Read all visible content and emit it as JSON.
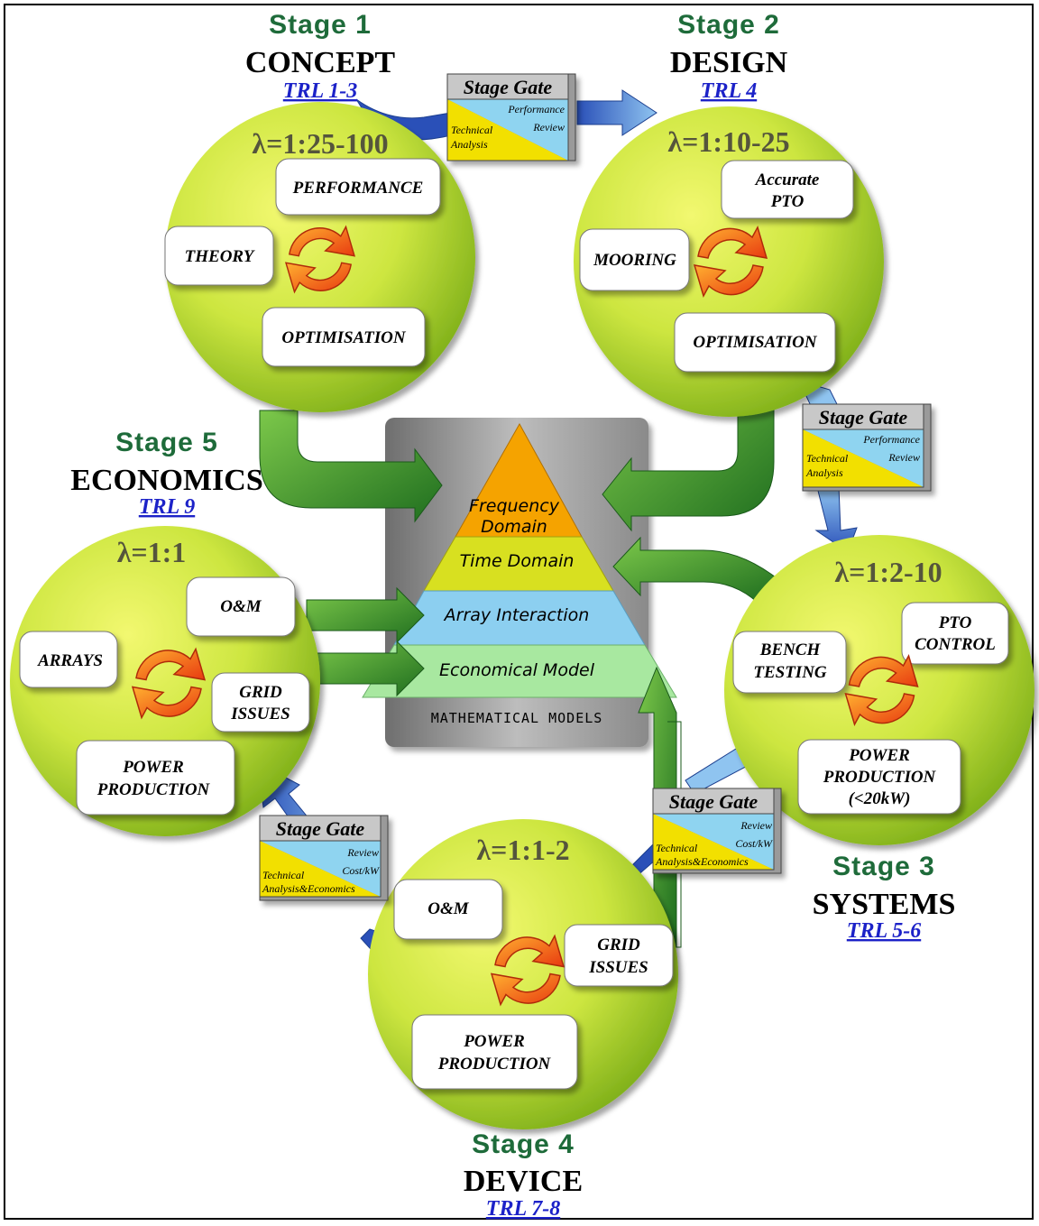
{
  "stages": {
    "s1": {
      "num": "Stage 1",
      "name": "CONCEPT",
      "trl": "TRL 1-3",
      "scale": "λ=1:25-100",
      "boxes": [
        "PERFORMANCE",
        "THEORY",
        "OPTIMISATION"
      ]
    },
    "s2": {
      "num": "Stage 2",
      "name": "DESIGN",
      "trl": "TRL 4",
      "scale": "λ=1:10-25",
      "boxes": [
        "Accurate",
        "PTO",
        "MOORING",
        "OPTIMISATION"
      ]
    },
    "s3": {
      "num": "Stage 3",
      "name": "SYSTEMS",
      "trl": "TRL 5-6",
      "scale": "λ=1:2-10",
      "boxes": [
        "PTO",
        "CONTROL",
        "BENCH",
        "TESTING",
        "POWER",
        "PRODUCTION",
        "(<20kW)"
      ]
    },
    "s4": {
      "num": "Stage 4",
      "name": "DEVICE",
      "trl": "TRL 7-8",
      "scale": "λ=1:1-2",
      "boxes": [
        "O&M",
        "GRID",
        "ISSUES",
        "POWER",
        "PRODUCTION"
      ]
    },
    "s5": {
      "num": "Stage 5",
      "name": "ECONOMICS",
      "trl": "TRL 9",
      "scale": "λ=1:1",
      "boxes": [
        "O&M",
        "ARRAYS",
        "GRID",
        "ISSUES",
        "POWER",
        "PRODUCTION"
      ]
    }
  },
  "gates": {
    "g1": {
      "title": "Stage Gate",
      "review": "Performance",
      "review2": "Review",
      "analysis": "Technical",
      "analysis2": "Analysis"
    },
    "g2": {
      "title": "Stage Gate",
      "review": "Performance",
      "review2": "Review",
      "analysis": "Technical",
      "analysis2": "Analysis"
    },
    "g3": {
      "title": "Stage Gate",
      "review": "Review",
      "review2": "Cost/kW",
      "analysis": "Technical",
      "analysis2": "Analysis&Economics"
    },
    "g4": {
      "title": "Stage Gate",
      "review": "Review",
      "review2": "Cost/kW",
      "analysis": "Technical",
      "analysis2": "Analysis&Economics"
    }
  },
  "models": {
    "label": "MATHEMATICAL MODELS",
    "frequency": "Frequency",
    "frequency2": "Domain",
    "time": "Time Domain",
    "array": "Array Interaction",
    "economical": "Economical Model"
  },
  "colors": {
    "circle_light": "#e6f25a",
    "circle_dark": "#8ec21e",
    "stage_green": "#1e6b3a",
    "trl_blue": "#1c22c8",
    "pyr_top": "#f5a300",
    "pyr_time": "#d8e020",
    "pyr_array": "#8ccff0",
    "pyr_econ": "#a8e8a0",
    "arrow_green": "#2e8b2e",
    "arrow_blue": "#3b6fd4"
  },
  "icons": [
    "cycle-icon"
  ]
}
